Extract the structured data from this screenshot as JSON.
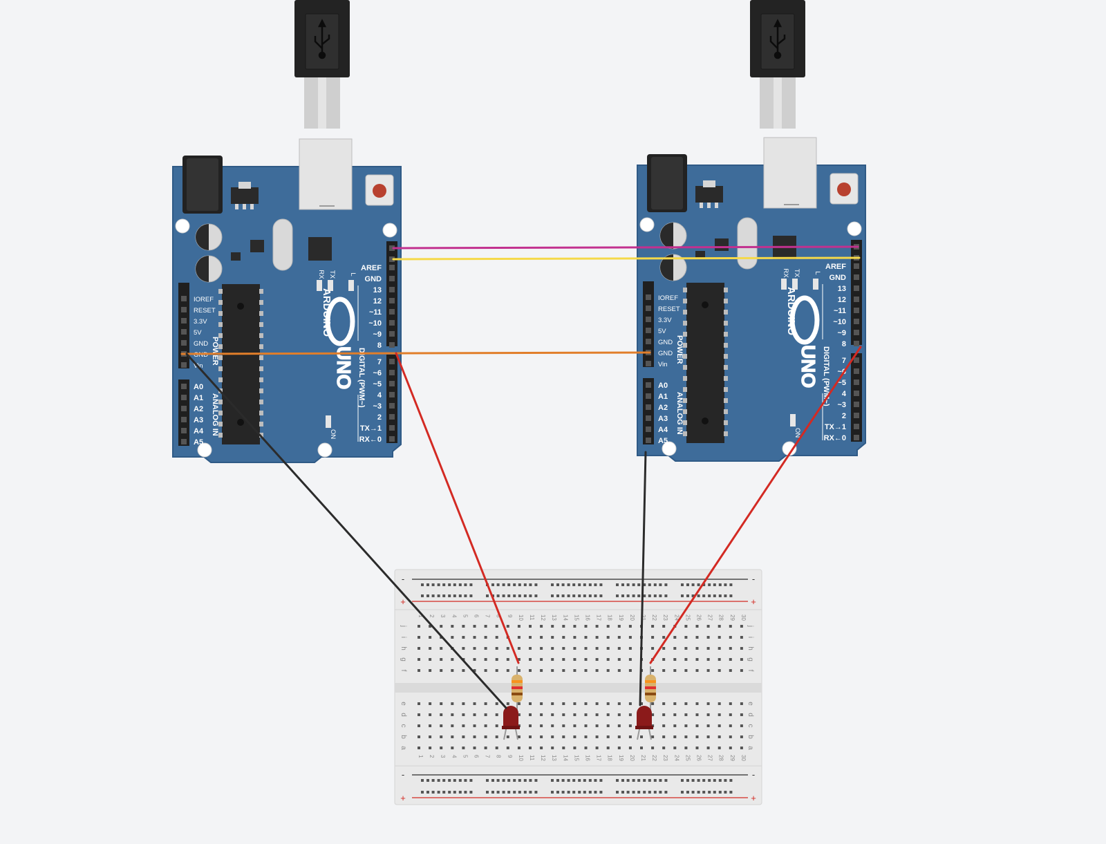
{
  "scene": {
    "boards": [
      {
        "id": "left",
        "brand": "ARDUINO",
        "model": "UNO",
        "sections": {
          "digital": "DIGITAL (PWM~)",
          "power": "POWER",
          "analog": "ANALOG IN"
        },
        "leds": {
          "rx": "RX",
          "tx": "TX",
          "l": "L",
          "on": "ON"
        },
        "digital_pins": [
          "AREF",
          "GND",
          "13",
          "12",
          "~11",
          "~10",
          "~9",
          "8",
          "7",
          "~6",
          "~5",
          "4",
          "~3",
          "2",
          "TX→1",
          "RX←0"
        ],
        "power_pins": [
          "IOREF",
          "RESET",
          "3.3V",
          "5V",
          "GND",
          "GND",
          "Vin"
        ],
        "analog_pins": [
          "A0",
          "A1",
          "A2",
          "A3",
          "A4",
          "A5"
        ]
      },
      {
        "id": "right",
        "brand": "ARDUINO",
        "model": "UNO",
        "sections": {
          "digital": "DIGITAL (PWM~)",
          "power": "POWER",
          "analog": "ANALOG IN"
        },
        "leds": {
          "rx": "RX",
          "tx": "TX",
          "l": "L",
          "on": "ON"
        },
        "digital_pins": [
          "AREF",
          "GND",
          "13",
          "12",
          "~11",
          "~10",
          "~9",
          "8",
          "7",
          "~6",
          "~5",
          "4",
          "~3",
          "2",
          "TX→1",
          "RX←0"
        ],
        "power_pins": [
          "IOREF",
          "RESET",
          "3.3V",
          "5V",
          "GND",
          "GND",
          "Vin"
        ],
        "analog_pins": [
          "A0",
          "A1",
          "A2",
          "A3",
          "A4",
          "A5"
        ]
      }
    ],
    "breadboard": {
      "columns": 30,
      "rows_top": [
        "j",
        "i",
        "h",
        "g",
        "f"
      ],
      "rows_bottom": [
        "e",
        "d",
        "c",
        "b",
        "a"
      ],
      "rail_minus": "-",
      "rail_plus": "+"
    },
    "components": [
      {
        "type": "resistor",
        "color_bands": [
          "#f7931e",
          "#e03131",
          "#8a4b12"
        ]
      },
      {
        "type": "resistor",
        "color_bands": [
          "#f7931e",
          "#e03131",
          "#8a4b12"
        ]
      },
      {
        "type": "led",
        "color": "#8b1a1a"
      },
      {
        "type": "led",
        "color": "#8b1a1a"
      }
    ],
    "wires": [
      {
        "name": "wire-magenta",
        "color": "#c2318f"
      },
      {
        "name": "wire-yellow",
        "color": "#f5d94a"
      },
      {
        "name": "wire-orange",
        "color": "#e17e2a"
      },
      {
        "name": "wire-black-left",
        "color": "#2b2b2b"
      },
      {
        "name": "wire-red-left",
        "color": "#d32a23"
      },
      {
        "name": "wire-black-right",
        "color": "#2b2b2b"
      },
      {
        "name": "wire-red-right",
        "color": "#d32a23"
      }
    ],
    "colors": {
      "board": "#3e6c9a",
      "board_edge": "#2f5a86",
      "header": "#1f1f1f",
      "breadboard": "#e9e9e9",
      "rail_minus": "#2b2b2b",
      "rail_plus": "#d32a23"
    }
  }
}
